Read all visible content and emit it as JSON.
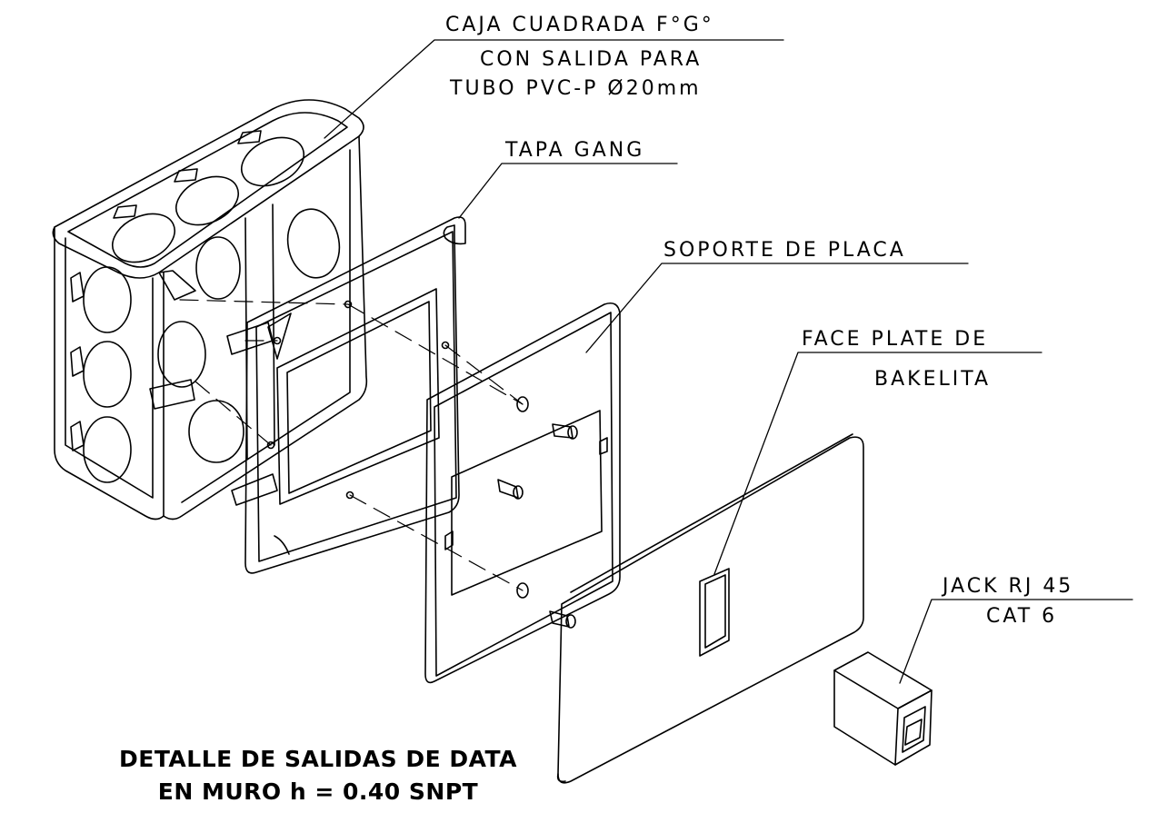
{
  "labels": {
    "box_line1": "CAJA CUADRADA F°G°",
    "box_line2": "CON SALIDA PARA",
    "box_line3": "TUBO PVC-P Ø20mm",
    "gang_cover": "TAPA GANG",
    "plate_support": "SOPORTE DE PLACA",
    "face_plate_line1": "FACE PLATE DE",
    "face_plate_line2": "BAKELITA",
    "jack_line1": "JACK RJ 45",
    "jack_line2": "CAT 6"
  },
  "title": {
    "line1": "DETALLE DE SALIDAS DE DATA",
    "line2": "EN MURO h = 0.40 SNPT"
  },
  "colors": {
    "ink": "#000000",
    "paper": "#ffffff"
  }
}
